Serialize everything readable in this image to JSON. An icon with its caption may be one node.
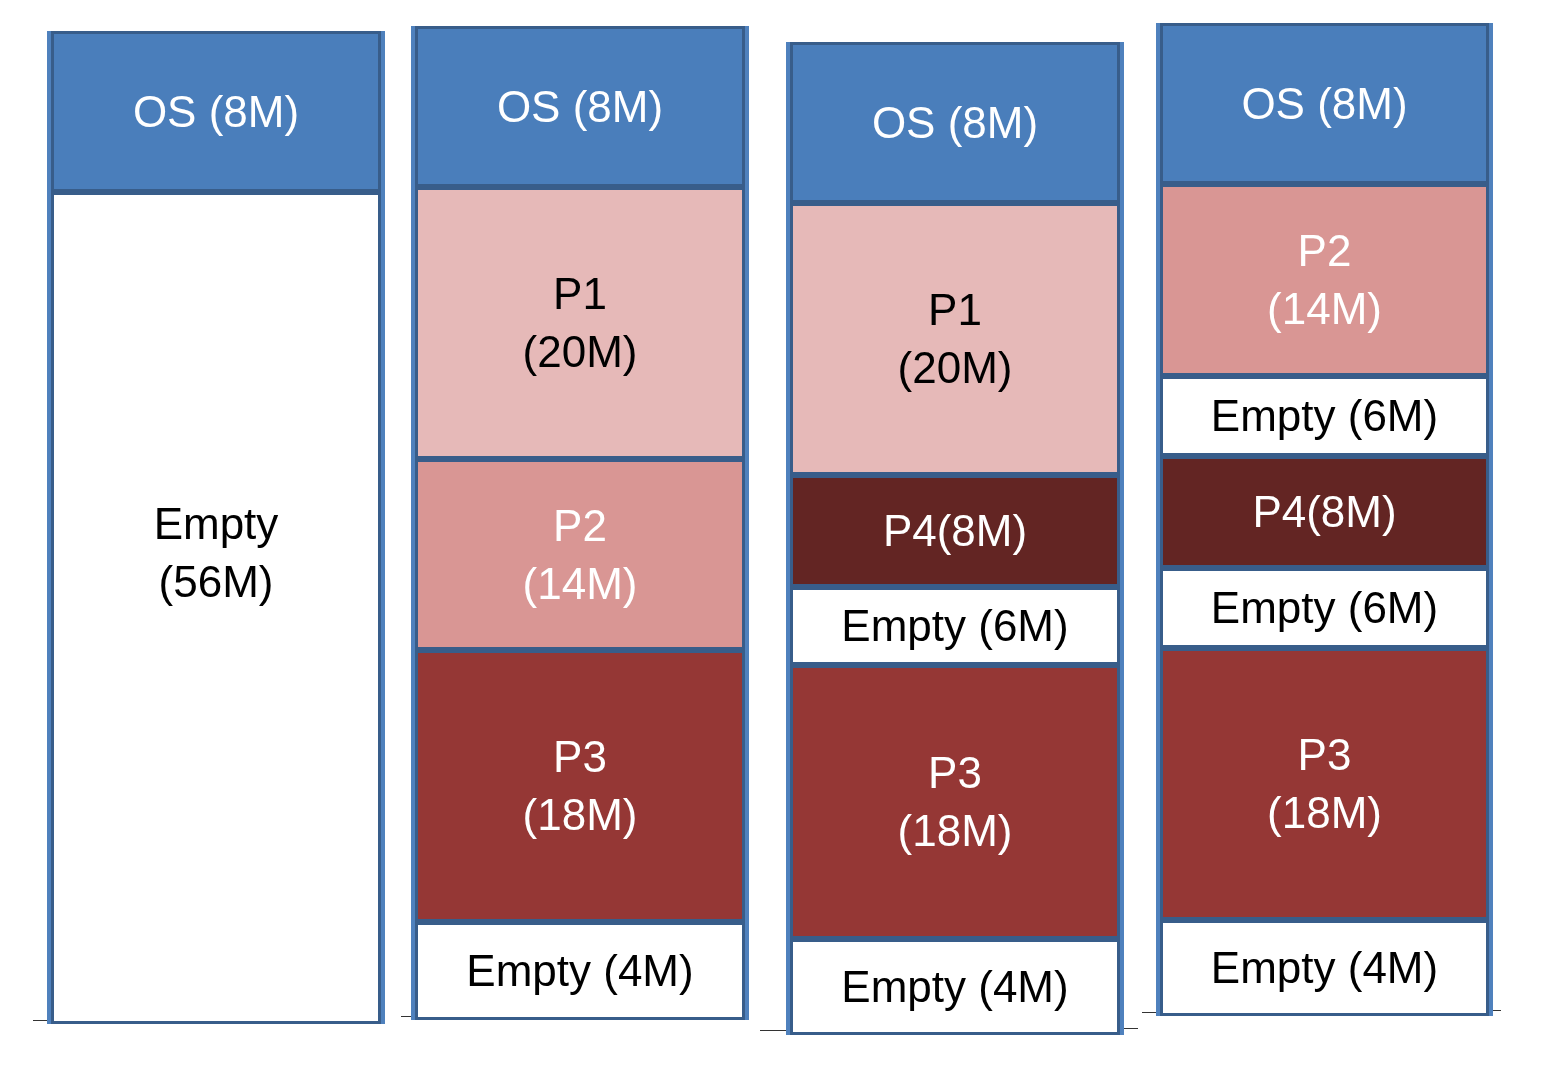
{
  "diagram": {
    "nodes": [
      {
        "text": [],
        "shape": "box"
      },
      {
        "text": [
          "OS (8M)"
        ],
        "in": 0
      },
      {
        "text": [
          "Empty (56M)"
        ],
        "in": 0
      },
      {
        "text": [],
        "shape": "box"
      },
      {
        "text": [
          "OS (8M)"
        ],
        "in": 3
      },
      {
        "text": [
          "P1 (20M)"
        ],
        "in": 3
      },
      {
        "text": [
          "P2 (14M)"
        ],
        "in": 3
      },
      {
        "text": [
          "P3 (18M)"
        ],
        "in": 3
      },
      {
        "text": [
          "Empty (4M)"
        ],
        "in": 3
      },
      {
        "text": [],
        "shape": "box"
      },
      {
        "text": [
          "OS (8M)"
        ],
        "in": 9
      },
      {
        "text": [
          "P1 (20M)"
        ],
        "in": 9
      },
      {
        "text": [
          "P4(8M)"
        ],
        "in": 9
      },
      {
        "text": [
          "Empty (6M)"
        ],
        "in": 9
      },
      {
        "text": [
          "P3 (18M)"
        ],
        "in": 9
      },
      {
        "text": [
          "Empty (4M)"
        ],
        "in": 9
      },
      {
        "text": [],
        "shape": "box"
      },
      {
        "text": [
          "OS (8M)"
        ],
        "in": 16
      },
      {
        "text": [
          "P2 (14M)"
        ],
        "in": 16
      },
      {
        "text": [
          "Empty (6M)"
        ],
        "in": 16
      },
      {
        "text": [
          "P4(8M)"
        ],
        "in": 16
      },
      {
        "text": [
          "Empty (6M)"
        ],
        "in": 16
      },
      {
        "text": [
          "P3 (18M)"
        ],
        "in": 16
      },
      {
        "text": [
          "Empty (4M)"
        ],
        "in": 16
      }
    ]
  }
}
